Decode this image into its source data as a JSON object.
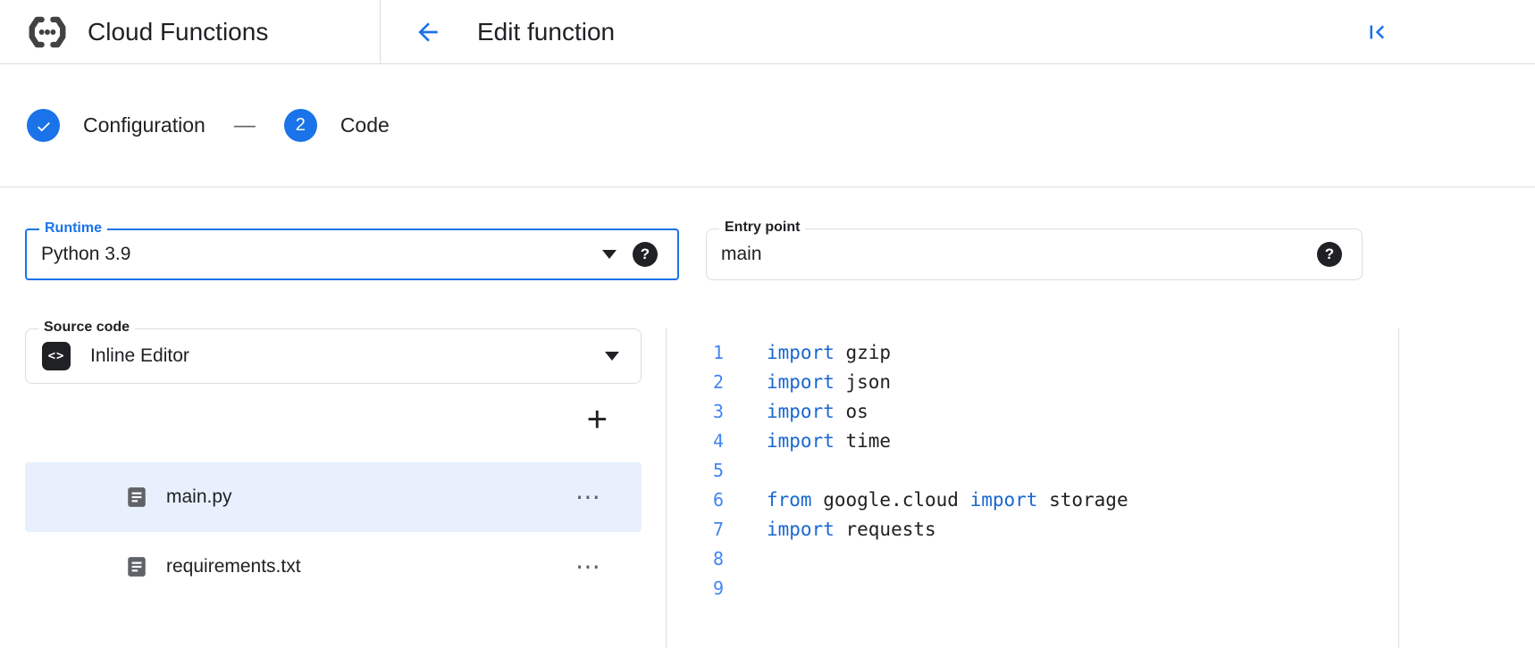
{
  "header": {
    "app_title": "Cloud Functions",
    "page_title": "Edit function"
  },
  "stepper": {
    "step1_label": "Configuration",
    "connector": "—",
    "step2_number": "2",
    "step2_label": "Code"
  },
  "form": {
    "runtime_label": "Runtime",
    "runtime_value": "Python 3.9",
    "entry_label": "Entry point",
    "entry_value": "main",
    "source_label": "Source code",
    "source_value": "Inline Editor",
    "help_glyph": "?"
  },
  "file_tree": {
    "add_label": "+",
    "menu_glyph": "⋯",
    "files": [
      {
        "name": "main.py",
        "selected": true
      },
      {
        "name": "requirements.txt",
        "selected": false
      }
    ]
  },
  "editor": {
    "lines": [
      {
        "n": "1",
        "tokens": [
          [
            "k",
            "import"
          ],
          [
            "p",
            " gzip"
          ]
        ]
      },
      {
        "n": "2",
        "tokens": [
          [
            "k",
            "import"
          ],
          [
            "p",
            " json"
          ]
        ]
      },
      {
        "n": "3",
        "tokens": [
          [
            "k",
            "import"
          ],
          [
            "p",
            " os"
          ]
        ]
      },
      {
        "n": "4",
        "tokens": [
          [
            "k",
            "import"
          ],
          [
            "p",
            " time"
          ]
        ]
      },
      {
        "n": "5",
        "tokens": []
      },
      {
        "n": "6",
        "tokens": [
          [
            "k",
            "from"
          ],
          [
            "p",
            " google.cloud "
          ],
          [
            "k",
            "import"
          ],
          [
            "p",
            " storage"
          ]
        ]
      },
      {
        "n": "7",
        "tokens": [
          [
            "k",
            "import"
          ],
          [
            "p",
            " requests"
          ]
        ]
      },
      {
        "n": "8",
        "tokens": []
      },
      {
        "n": "9",
        "tokens": []
      }
    ]
  },
  "colors": {
    "accent_blue": "#1a73e8",
    "keyword_blue": "#1967d2",
    "line_number_blue": "#4285f4",
    "selected_row_bg": "#e8f0fe",
    "border_gray": "#dadce0",
    "icon_gray": "#5f6368",
    "text_dark": "#202124"
  }
}
